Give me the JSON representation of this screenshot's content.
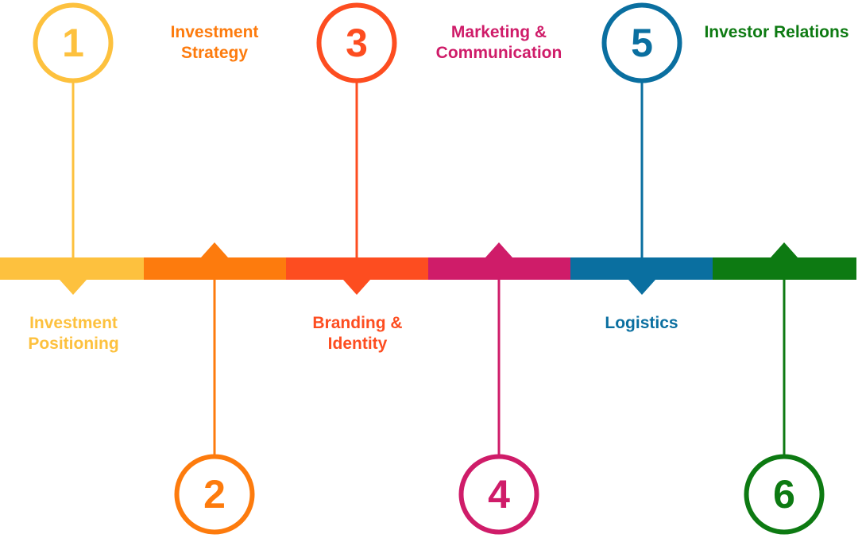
{
  "steps": [
    {
      "number": "1",
      "label": "Investment\nPositioning",
      "color": "#FDC13E",
      "circle": "top"
    },
    {
      "number": "2",
      "label": "Investment\nStrategy",
      "color": "#FD7B0D",
      "circle": "bottom"
    },
    {
      "number": "3",
      "label": "Branding &\nIdentity",
      "color": "#FD4D20",
      "circle": "top"
    },
    {
      "number": "4",
      "label": "Marketing &\nCommunication",
      "color": "#CF1C69",
      "circle": "bottom"
    },
    {
      "number": "5",
      "label": "Logistics",
      "color": "#0A6FA0",
      "circle": "top"
    },
    {
      "number": "6",
      "label": "Investor Relations",
      "color": "#0D7A12",
      "circle": "bottom"
    }
  ]
}
